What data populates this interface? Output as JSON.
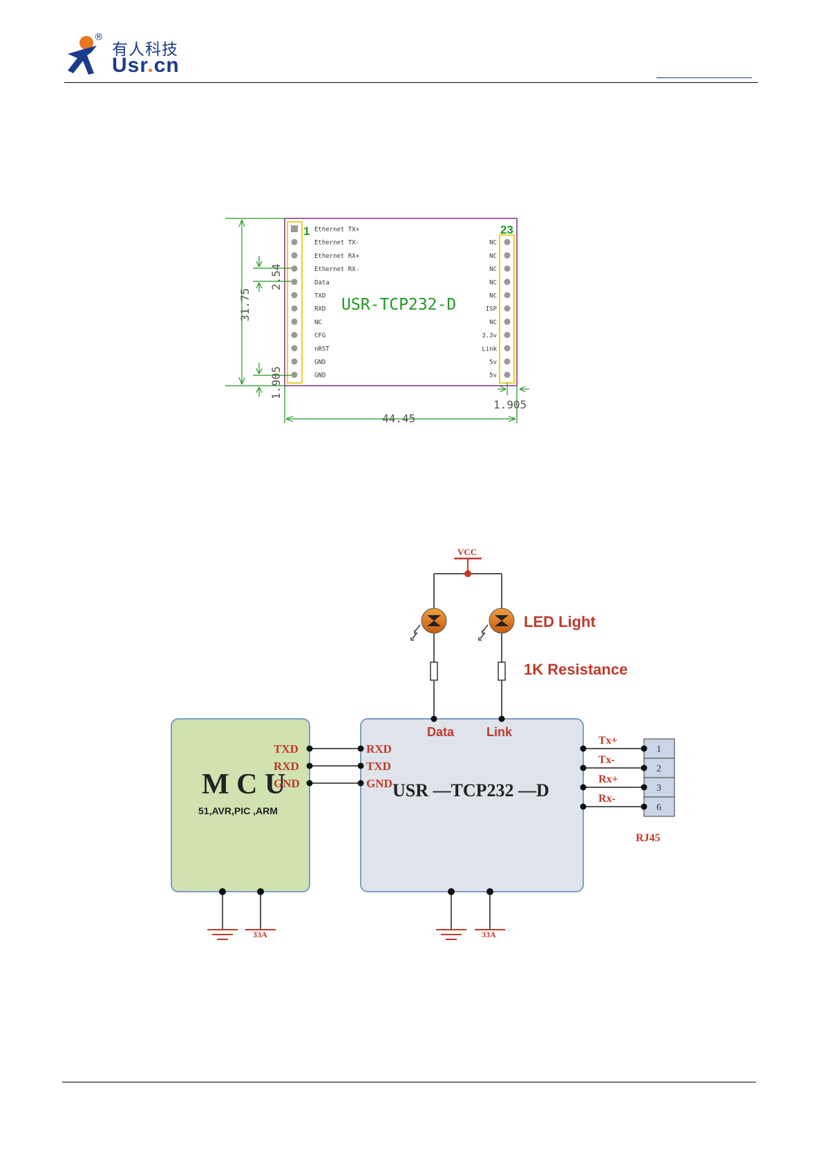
{
  "header": {
    "logo_cn": "有人科技",
    "logo_en_prefix": "Usr",
    "logo_en_dot": ".",
    "logo_en_suffix": "cn",
    "registered": "®"
  },
  "colors": {
    "dim_green": "#1f9a1f",
    "module_border": "#8b3a8b",
    "pin_highlight": "#e8d22a",
    "schematic_red": "#c0392b",
    "mcu_fill": "#cfe2b0",
    "module_fill": "#dfe3ea",
    "logo_blue": "#1a3a8c",
    "logo_orange": "#e87722"
  },
  "module_drawing": {
    "title": "USR-TCP232-D",
    "pin1_label": "1",
    "pin23_label": "23",
    "left_pins": [
      "Ethernet TX+",
      "Ethernet TX-",
      "Ethernet RX+",
      "Ethernet RX-",
      "Data",
      "TXD",
      "RXD",
      "NC",
      "CFG",
      "nRST",
      "GND",
      "GND"
    ],
    "right_pins": [
      "NC",
      "NC",
      "NC",
      "NC",
      "NC",
      "ISP",
      "NC",
      "3.3v",
      "Link",
      "5v",
      "5v"
    ],
    "dim_height": "31.75",
    "dim_pitch": "2.54",
    "dim_edge_left": "1.905",
    "dim_edge_right": "1.905",
    "dim_width": "44.45"
  },
  "schematic": {
    "vcc": "VCC",
    "led_label": "LED Light",
    "resistor_label": "1K Resistance",
    "mcu_title": "M C U",
    "mcu_subtitle": "51,AVR,PIC ,ARM",
    "mcu_pins": [
      "TXD",
      "RXD",
      "GND"
    ],
    "module_pins": [
      "RXD",
      "TXD",
      "GND"
    ],
    "module_title": "USR —TCP232 —D",
    "data_label": "Data",
    "link_label": "Link",
    "eth_labels": [
      "Tx+",
      "Tx-",
      "Rx+",
      "Rx-"
    ],
    "rj45_pins": [
      "1",
      "2",
      "3",
      "6"
    ],
    "rj45_label": "RJ45",
    "power_label_1": "33A",
    "power_label_2": "33A"
  }
}
